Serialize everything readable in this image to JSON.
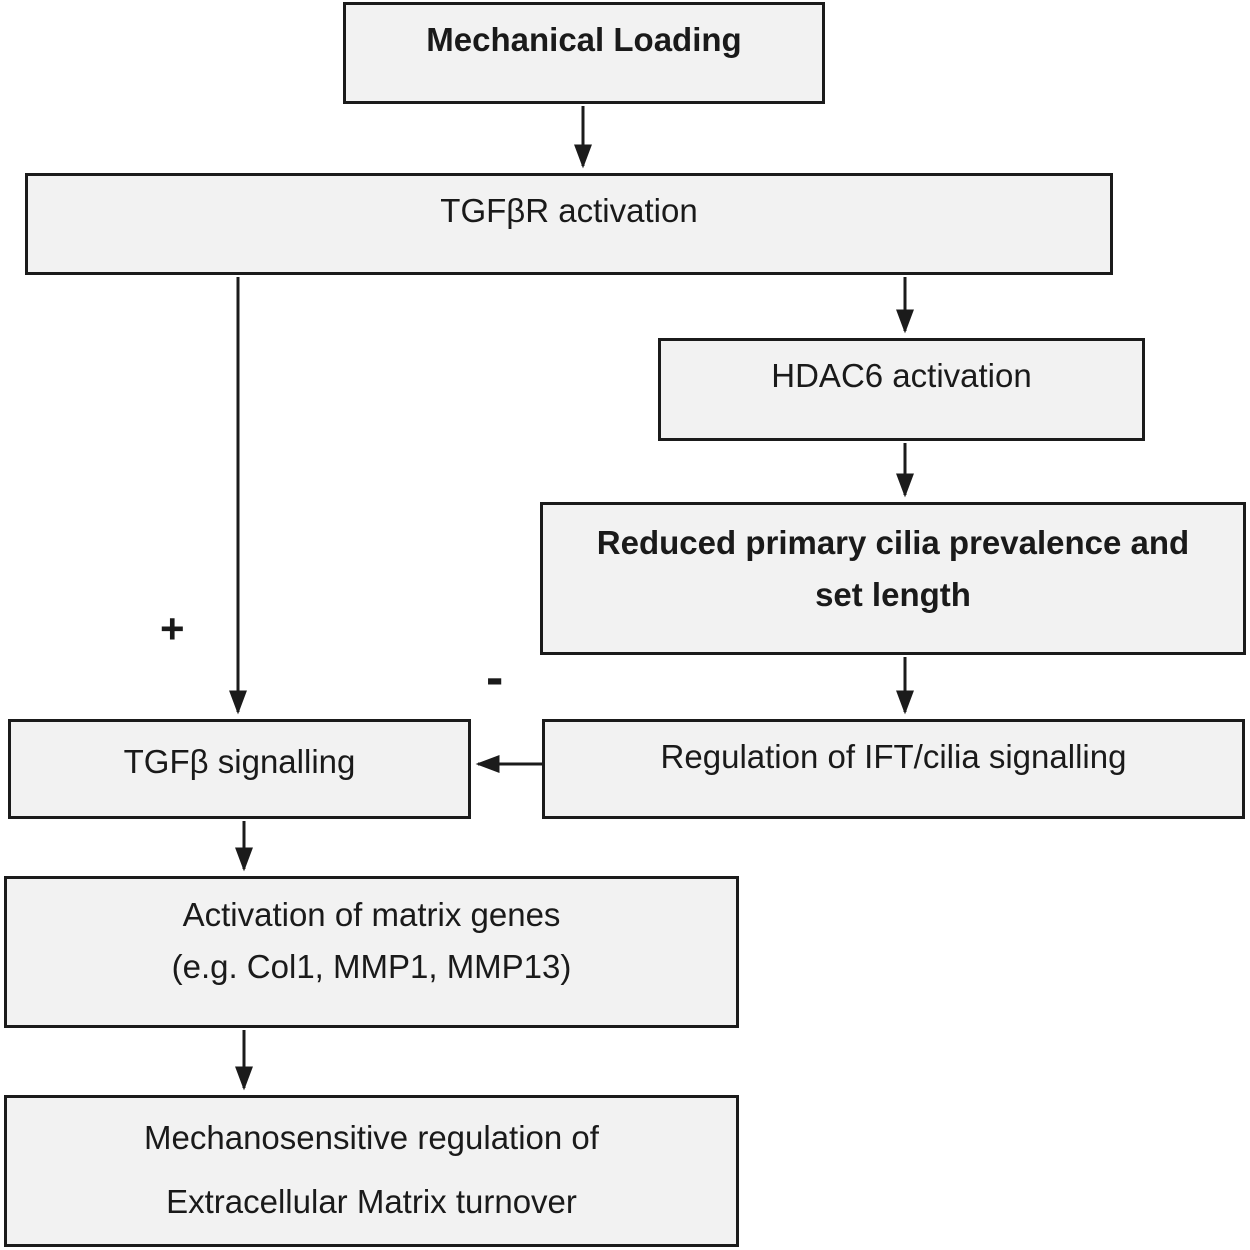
{
  "diagram": {
    "nodes": {
      "mechanical_loading": {
        "label": "Mechanical Loading"
      },
      "tgfbr_activation": {
        "label": "TGFβR activation"
      },
      "hdac6_activation": {
        "label": "HDAC6 activation"
      },
      "reduced_cilia": {
        "label": "Reduced primary cilia prevalence and set length"
      },
      "regulation_ift": {
        "label": "Regulation of IFT/cilia signalling"
      },
      "tgfb_signalling": {
        "label": "TGFβ signalling"
      },
      "matrix_genes": {
        "line1": "Activation of matrix genes",
        "line2": "(e.g. Col1, MMP1, MMP13)"
      },
      "ecm_turnover": {
        "line1": "Mechanosensitive regulation of",
        "line2": "Extracellular Matrix turnover"
      }
    },
    "edge_labels": {
      "positive": "+",
      "negative": "-"
    },
    "colors": {
      "background": "#ffffff",
      "box_fill": "#f2f2f2",
      "box_border": "#1b1b1b",
      "text": "#1a1a1a"
    }
  }
}
